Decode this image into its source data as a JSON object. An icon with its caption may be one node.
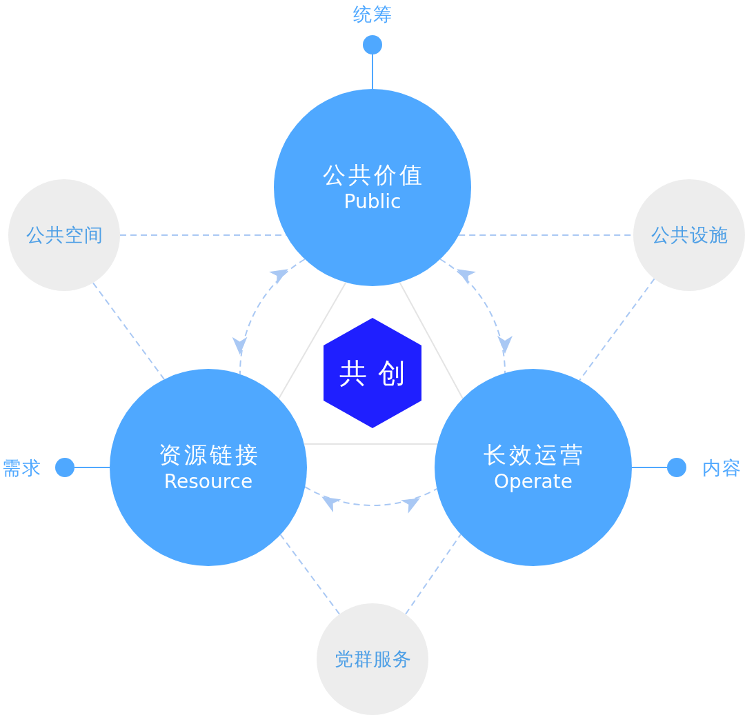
{
  "diagram": {
    "nodes": [
      {
        "text": [],
        "shape": "circle",
        "beside": [
          "统筹"
        ]
      },
      {
        "text": [
          "公共价值",
          "Public"
        ]
      },
      {
        "text": [
          "公共空间"
        ]
      },
      {
        "text": [
          "公共设施"
        ]
      },
      {
        "text": [
          "共创"
        ]
      },
      {
        "text": [],
        "shape": "circle",
        "beside": [
          "需求"
        ]
      },
      {
        "text": [
          "资源链接",
          "Resource"
        ]
      },
      {
        "text": [
          "长效运营",
          "Operate"
        ]
      },
      {
        "text": [],
        "shape": "circle",
        "beside": [
          "内容"
        ]
      },
      {
        "text": [
          "党群服务"
        ]
      }
    ],
    "edges": [
      {
        "from": 0,
        "to": 1,
        "arrow": "none",
        "color": "#4fa8ff"
      },
      {
        "from": 2,
        "to": 1,
        "arrow": "none",
        "style": "dashed"
      },
      {
        "from": 1,
        "to": 3,
        "arrow": "none",
        "style": "dashed"
      },
      {
        "from": 2,
        "to": 6,
        "arrow": "none",
        "style": "dashed"
      },
      {
        "from": 3,
        "to": 7,
        "arrow": "none",
        "style": "dashed"
      },
      {
        "from": 1,
        "to": 6,
        "arrow": "both",
        "style": "dashed"
      },
      {
        "from": 1,
        "to": 7,
        "arrow": "both",
        "style": "dashed"
      },
      {
        "from": 1,
        "to": 6,
        "arrow": "none",
        "color": "#e4e4e4"
      },
      {
        "from": 1,
        "to": 7,
        "arrow": "none",
        "color": "#e4e4e4"
      },
      {
        "from": 6,
        "to": 7,
        "arrow": "none",
        "color": "#e4e4e4"
      },
      {
        "from": 6,
        "to": 7,
        "arrow": "both",
        "style": "dashed"
      },
      {
        "from": 5,
        "to": 6,
        "arrow": "none",
        "color": "#4fa8ff"
      },
      {
        "from": 7,
        "to": 8,
        "arrow": "none",
        "color": "#4fa8ff"
      },
      {
        "from": 9,
        "to": 6,
        "arrow": "none",
        "style": "dashed"
      },
      {
        "from": 9,
        "to": 7,
        "arrow": "none",
        "style": "dashed"
      }
    ]
  }
}
